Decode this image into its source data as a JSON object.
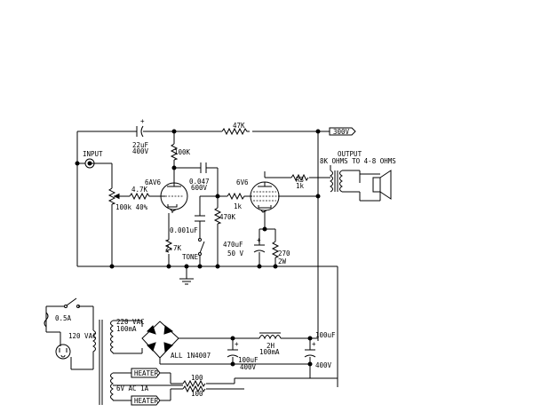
{
  "labels": {
    "cap_in_value": "22uF",
    "cap_in_voltage": "400V",
    "r_feedback": "47K",
    "b_plus": "300V",
    "input": "INPUT",
    "r_plate": "100K",
    "tube_pre": "6AV6",
    "r_in": "4.7K",
    "pot": "100k 40%",
    "cap_couple_value": "0.047",
    "cap_couple_voltage": "600V",
    "tube_out": "6V6",
    "r_grid_stop": "1k",
    "r3_name": "R3",
    "r3_value": "1k",
    "output_title": "OUTPUT",
    "output_ratio": "8K OHMS TO 4-8 OHMS",
    "r_grid_leak": "470K",
    "cap_tone": "0.001uF",
    "r_cathode_pre": "2.7K",
    "tone": "TONE",
    "cap_cathode_value": "470uF",
    "cap_cathode_voltage": "50 V",
    "r_cathode_out": "270",
    "r_cathode_out_power": "2W",
    "fuse": "0.5A",
    "mains": "120 VAC",
    "secondary_voltage": "220 VAC",
    "secondary_current": "100mA",
    "diodes": "ALL 1N4007",
    "filter_cap1_value": "100uF",
    "filter_cap1_voltage": "400V",
    "choke": "2H",
    "choke_current": "100mA",
    "filter_cap2_value": "100uF",
    "filter_cap2_voltage": "400V",
    "heater_top": "HEATER",
    "heater_bottom": "HEATER",
    "heater_voltage": "6V AC 1A",
    "r_heater_1": "100",
    "r_heater_2": "100"
  }
}
